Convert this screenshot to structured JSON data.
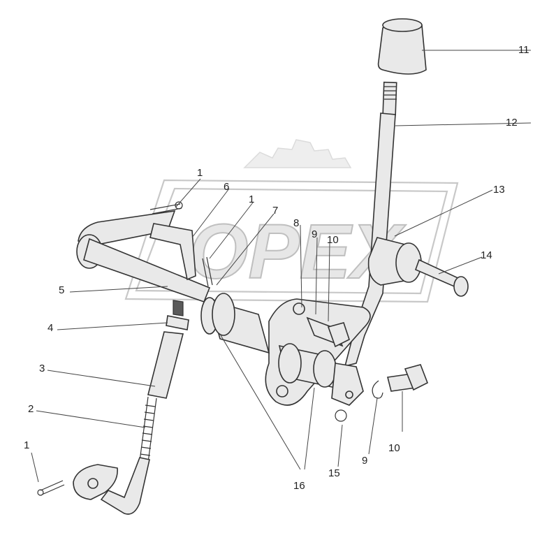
{
  "watermark": {
    "text": "OPEX"
  },
  "callouts": [
    {
      "id": "c1a",
      "label": "1"
    },
    {
      "id": "c1b",
      "label": "1"
    },
    {
      "id": "c1c",
      "label": "1"
    },
    {
      "id": "c2",
      "label": "2"
    },
    {
      "id": "c3",
      "label": "3"
    },
    {
      "id": "c4",
      "label": "4"
    },
    {
      "id": "c5",
      "label": "5"
    },
    {
      "id": "c6",
      "label": "6"
    },
    {
      "id": "c7",
      "label": "7"
    },
    {
      "id": "c8",
      "label": "8"
    },
    {
      "id": "c9a",
      "label": "9"
    },
    {
      "id": "c9b",
      "label": "9"
    },
    {
      "id": "c10a",
      "label": "10"
    },
    {
      "id": "c10b",
      "label": "10"
    },
    {
      "id": "c11",
      "label": "11"
    },
    {
      "id": "c12",
      "label": "12"
    },
    {
      "id": "c13",
      "label": "13"
    },
    {
      "id": "c14",
      "label": "14"
    },
    {
      "id": "c15",
      "label": "15"
    },
    {
      "id": "c16",
      "label": "16"
    }
  ]
}
